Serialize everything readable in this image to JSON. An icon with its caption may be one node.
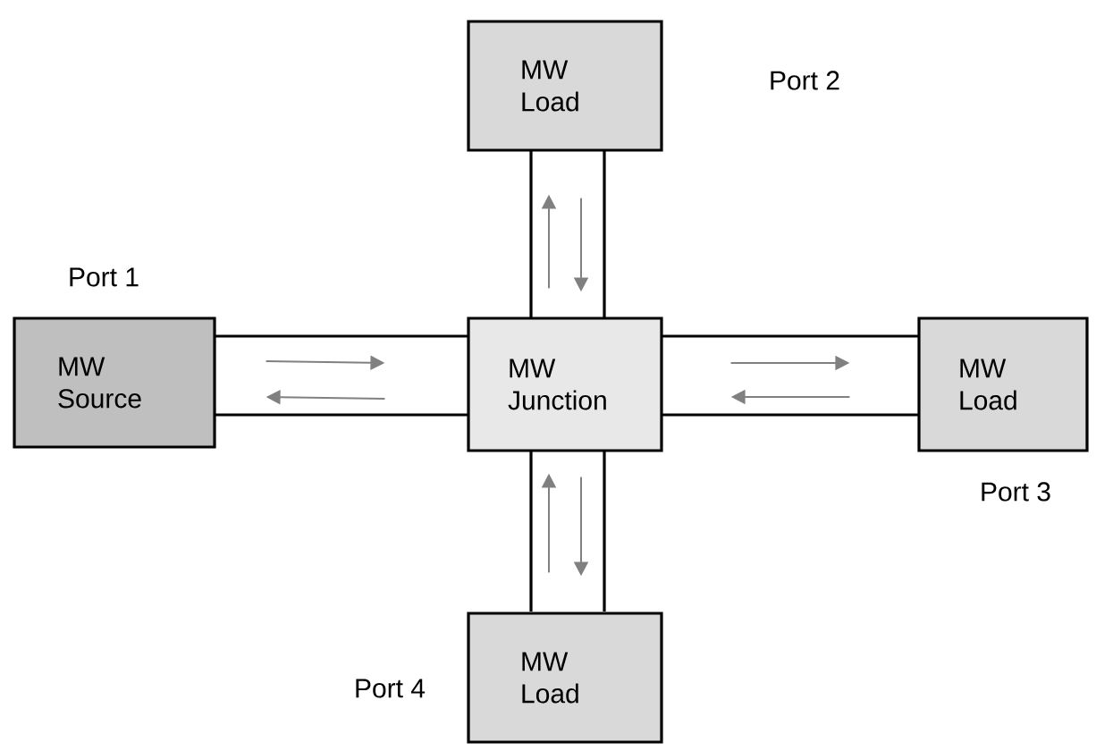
{
  "diagram": {
    "nodes": [
      {
        "text": [
          "MW Source"
        ]
      },
      {
        "text": [
          "MW Load"
        ]
      },
      {
        "text": [
          "MW Junction"
        ]
      },
      {
        "text": [
          "MW Load"
        ]
      },
      {
        "text": [
          "MW Load"
        ]
      }
    ],
    "labels": [
      "Port 2",
      "Port 1",
      "Port 3",
      "Port 4"
    ],
    "edges": [
      {
        "from": 0,
        "to": 2,
        "arrow": "to"
      },
      {
        "from": 2,
        "to": 0,
        "arrow": "to"
      },
      {
        "from": 2,
        "to": 1,
        "arrow": "to"
      },
      {
        "from": 1,
        "to": 2,
        "arrow": "to"
      },
      {
        "from": 2,
        "to": 3,
        "arrow": "to"
      },
      {
        "from": 3,
        "to": 2,
        "arrow": "to"
      },
      {
        "from": 2,
        "to": 4,
        "arrow": "to"
      },
      {
        "from": 4,
        "to": 2,
        "arrow": "to"
      }
    ]
  }
}
